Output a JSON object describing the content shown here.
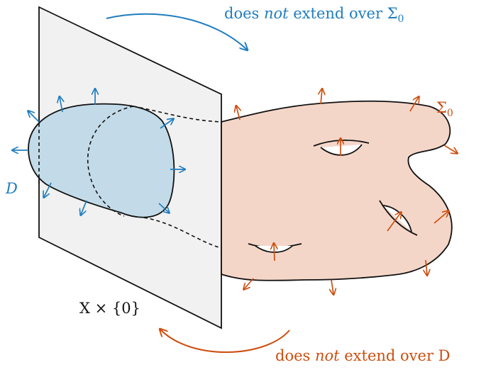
{
  "labels": {
    "top_pre": "does ",
    "top_em": "not",
    "top_post": " extend over Σ",
    "top_sub": "0",
    "bottom_pre": "does ",
    "bottom_em": "not",
    "bottom_post": " extend over D",
    "sigma": "Σ",
    "sigma_sub": "0",
    "d": "D",
    "plane": "X × {0}"
  },
  "colors": {
    "blue": "#1f7dbf",
    "orange": "#cc4f10",
    "disk_fill": "#c3dbe8",
    "surface_fill": "#f4d6c8",
    "plane_fill": "#f1f1f2"
  }
}
